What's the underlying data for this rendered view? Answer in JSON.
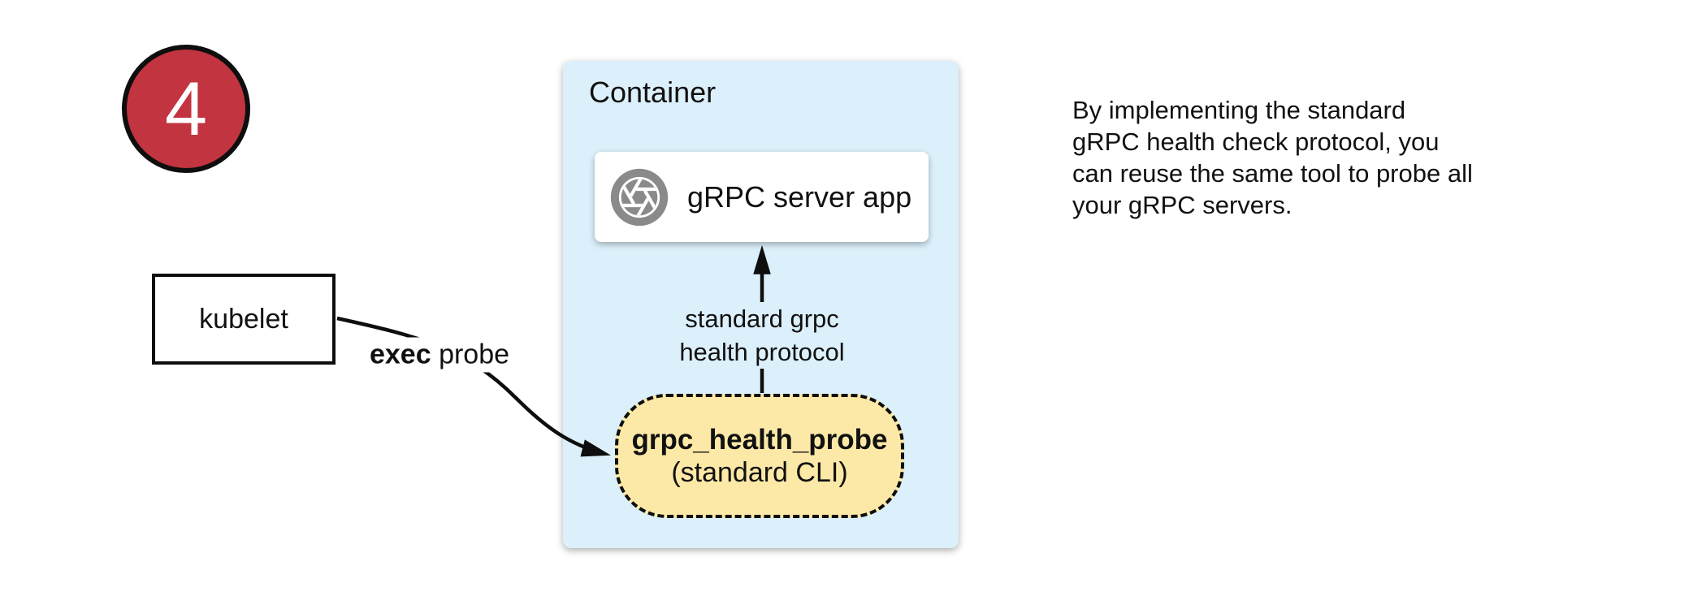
{
  "badge": {
    "label": "4"
  },
  "kubelet": {
    "label": "kubelet"
  },
  "container": {
    "label": "Container"
  },
  "server_app": {
    "label": "gRPC server app",
    "icon": "aperture-icon"
  },
  "probe": {
    "title": "grpc_health_probe",
    "subtitle": "(standard CLI)"
  },
  "edges": {
    "exec": {
      "bold": "exec",
      "rest": "probe"
    },
    "health": {
      "line1": "standard grpc",
      "line2": "health protocol"
    }
  },
  "note": {
    "lines": [
      "By implementing the standard",
      "gRPC health check protocol, you",
      "can reuse the same tool to probe all",
      "your gRPC servers."
    ]
  },
  "colors": {
    "badge_fill": "#C13440",
    "container_fill": "#DCF0FB",
    "probe_fill": "#FDE9A7",
    "icon_gray": "#8A8A8A",
    "line": "#0e0e0e"
  }
}
